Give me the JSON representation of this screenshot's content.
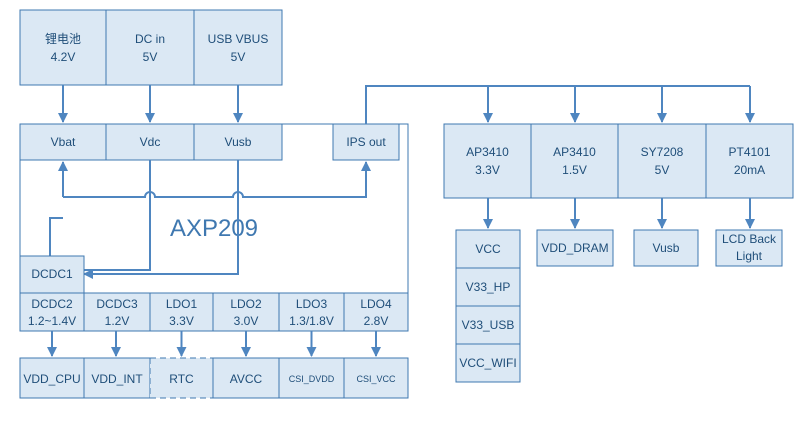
{
  "inputs": {
    "battery_name": "锂电池",
    "battery_value": "4.2V",
    "dc_name": "DC in",
    "dc_value": "5V",
    "usb_name": "USB VBUS",
    "usb_value": "5V"
  },
  "pmic": {
    "title": "AXP209",
    "vbat": "Vbat",
    "vdc": "Vdc",
    "vusb": "Vusb",
    "ips_out": "IPS out",
    "dcdc1": "DCDC1"
  },
  "rails": [
    {
      "name": "DCDC2",
      "value": "1.2~1.4V"
    },
    {
      "name": "DCDC3",
      "value": "1.2V"
    },
    {
      "name": "LDO1",
      "value": "3.3V"
    },
    {
      "name": "LDO2",
      "value": "3.0V"
    },
    {
      "name": "LDO3",
      "value": "1.3/1.8V"
    },
    {
      "name": "LDO4",
      "value": "2.8V"
    }
  ],
  "loads": [
    "VDD_CPU",
    "VDD_INT",
    "RTC",
    "AVCC",
    "CSI_DVDD",
    "CSI_VCC"
  ],
  "regulators": [
    {
      "name": "AP3410",
      "value": "3.3V"
    },
    {
      "name": "AP3410",
      "value": "1.5V"
    },
    {
      "name": "SY7208",
      "value": "5V"
    },
    {
      "name": "PT4101",
      "value": "20mA"
    }
  ],
  "reg_outputs": {
    "vcc_group": [
      "VCC",
      "V33_HP",
      "V33_USB",
      "VCC_WIFI"
    ],
    "vdd_dram": "VDD_DRAM",
    "vusb": "Vusb",
    "lcd_line1": "LCD Back",
    "lcd_line2": "Light"
  },
  "colors": {
    "box_fill": "#dbe8f4",
    "box_stroke": "#3f78b0",
    "wire": "#4f86c0",
    "text": "#1f4e79"
  }
}
